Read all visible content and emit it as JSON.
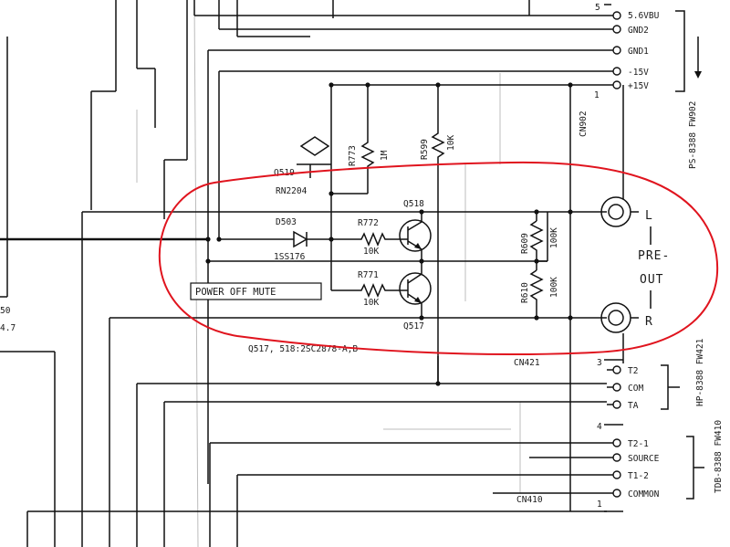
{
  "connectors": {
    "cn902": {
      "name": "CN902",
      "pin_top": "5",
      "pin_bottom": "1",
      "target": "PS-8388 FW902",
      "pins": [
        "5.6VBU",
        "GND2",
        "GND1",
        "-15V",
        "+15V"
      ]
    },
    "cn421": {
      "name": "CN421",
      "pin_top": "3",
      "target": "HP-8388 FW421",
      "pins": [
        "T2",
        "COM",
        "TA"
      ]
    },
    "cn410": {
      "name": "CN410",
      "pin_top": "4",
      "pin_bottom": "1",
      "target": "TDB-8388 FW410",
      "pins": [
        "T2-1",
        "SOURCE",
        "T1-2",
        "COMMON"
      ]
    }
  },
  "components": {
    "q519": "Q519",
    "q519_part": "RN2204",
    "r773": "R773",
    "r773_val": "1M",
    "r599": "R599",
    "r599_val": "10K",
    "q518": "Q518",
    "q517": "Q517",
    "d503": "D503",
    "d503_part": "1SS176",
    "r772": "R772",
    "r772_val": "10K",
    "r771": "R771",
    "r771_val": "10K",
    "r609": "R609",
    "r609_val": "100K",
    "r610": "R610",
    "r610_val": "100K",
    "transistor_note": "Q517, 518:2SC2878-A,B"
  },
  "labels": {
    "mute_box": "POWER OFF MUTE",
    "preout_l": "L",
    "preout_word1": "PRE-",
    "preout_word2": "OUT",
    "preout_r": "R",
    "left_frag1": "50",
    "left_frag2": "4.7"
  },
  "annotation": {
    "color": "#e0141e"
  },
  "icons": [
    "rca-jack-icon",
    "npn-transistor-icon",
    "diode-icon",
    "resistor-icon",
    "arrow-icon"
  ]
}
